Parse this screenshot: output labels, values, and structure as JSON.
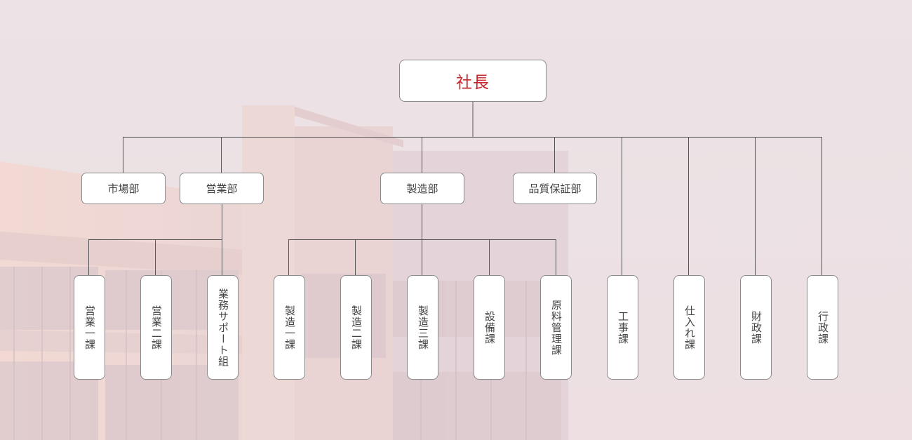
{
  "org_chart": {
    "top": {
      "label": "社長"
    },
    "departments": [
      {
        "id": "market",
        "label": "市場部"
      },
      {
        "id": "sales",
        "label": "営業部"
      },
      {
        "id": "mfg",
        "label": "製造部"
      },
      {
        "id": "qa",
        "label": "品質保証部"
      }
    ],
    "sections": [
      {
        "label": "営業一課",
        "parent": "営業部"
      },
      {
        "label": "営業二課",
        "parent": "営業部"
      },
      {
        "label": "業務サポート組",
        "parent": "営業部"
      },
      {
        "label": "製造一課",
        "parent": "製造部"
      },
      {
        "label": "製造二課",
        "parent": "製造部"
      },
      {
        "label": "製造三課",
        "parent": "製造部"
      },
      {
        "label": "設備課",
        "parent": "製造部"
      },
      {
        "label": "原料管理課",
        "parent": "製造部"
      },
      {
        "label": "工事課",
        "parent": "社長"
      },
      {
        "label": "仕入れ課",
        "parent": "社長"
      },
      {
        "label": "財政課",
        "parent": "社長"
      },
      {
        "label": "行政課",
        "parent": "社長"
      }
    ]
  },
  "colors": {
    "top_label": "#c8262a",
    "line": "#555555",
    "box_border": "#8a8a8a",
    "background": "#ecdfe2"
  }
}
